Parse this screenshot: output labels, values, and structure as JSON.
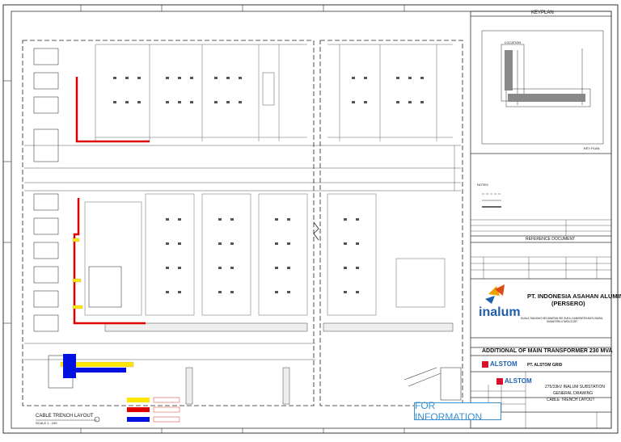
{
  "drawing": {
    "keyplan_title": "KEYPLAN",
    "keyplan_label": "KEY PLAN",
    "location_label": "LOCATION",
    "notes_title": "NOTES",
    "reference_title": "REFERENCE DOCUMENT",
    "layout_title": "CABLE TRENCH LAYOUT",
    "layout_scale": "SCALE 1 : 100",
    "stamp": "FOR INFORMATION"
  },
  "client": {
    "logo_text": "inalum",
    "name_line1": "PT. INDONESIA ASAHAN ALUMINIUM",
    "name_line2": "(PERSERO)",
    "address": "KUALA TANJUNG KECAMATAN SEI SUKA, KABUPATEN BATU BARA, SUMATERA UTARA 21257"
  },
  "project": {
    "title": "ADDITIONAL OF MAIN TRANSFORMER 230 MVA",
    "contractor_label": "ALSTOM",
    "contractor_name": "PT. ALSTOM GRID",
    "drawing_line1": "275/33kV INALUM SUBSTATION",
    "drawing_line2": "GENERAL DRAWING",
    "drawing_line3": "CABLE TRENCH LAYOUT"
  },
  "legend": [
    {
      "color": "#ffe600",
      "name": "legend-yellow"
    },
    {
      "color": "#e00000",
      "name": "legend-red"
    },
    {
      "color": "#0010e0",
      "name": "legend-blue"
    }
  ],
  "colors": {
    "line": "#333333",
    "red_trench": "#e00000",
    "blue_trench": "#0010e0",
    "yellow_trench": "#ffe600",
    "stamp": "#3a8fd1",
    "inalum_blue": "#1f5fae",
    "alstom_red": "#d8102a"
  }
}
